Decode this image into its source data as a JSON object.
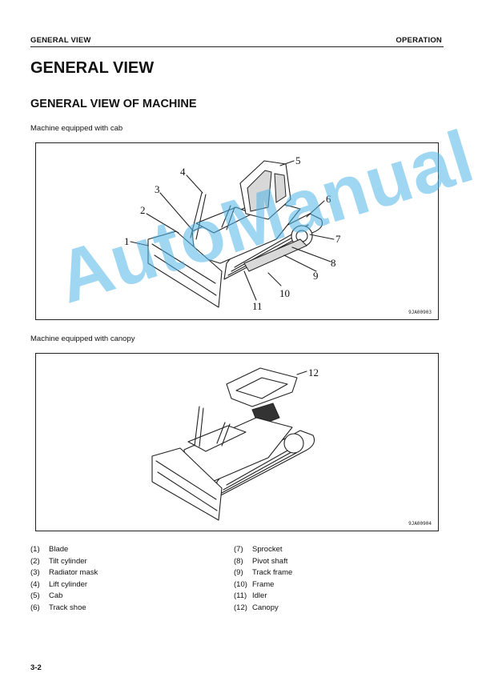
{
  "header": {
    "left": "GENERAL VIEW",
    "right": "OPERATION"
  },
  "title": "GENERAL VIEW",
  "subtitle": "GENERAL VIEW OF MACHINE",
  "figures": [
    {
      "caption": "Machine equipped with cab",
      "figure_id": "9JA00903",
      "callouts": [
        "1",
        "2",
        "3",
        "4",
        "5",
        "6",
        "7",
        "8",
        "9",
        "10",
        "11"
      ]
    },
    {
      "caption": "Machine equipped with canopy",
      "figure_id": "9JA00904",
      "callouts": [
        "12"
      ]
    }
  ],
  "parts_left": [
    {
      "num": "(1)",
      "name": "Blade"
    },
    {
      "num": "(2)",
      "name": "Tilt cylinder"
    },
    {
      "num": "(3)",
      "name": "Radiator mask"
    },
    {
      "num": "(4)",
      "name": "Lift cylinder"
    },
    {
      "num": "(5)",
      "name": "Cab"
    },
    {
      "num": "(6)",
      "name": "Track shoe"
    }
  ],
  "parts_right": [
    {
      "num": "(7)",
      "name": "Sprocket"
    },
    {
      "num": "(8)",
      "name": "Pivot shaft"
    },
    {
      "num": "(9)",
      "name": "Track frame"
    },
    {
      "num": "(10)",
      "name": "Frame"
    },
    {
      "num": "(11)",
      "name": "Idler"
    },
    {
      "num": "(12)",
      "name": "Canopy"
    }
  ],
  "watermark": "AutoManual",
  "page_number": "3-2"
}
